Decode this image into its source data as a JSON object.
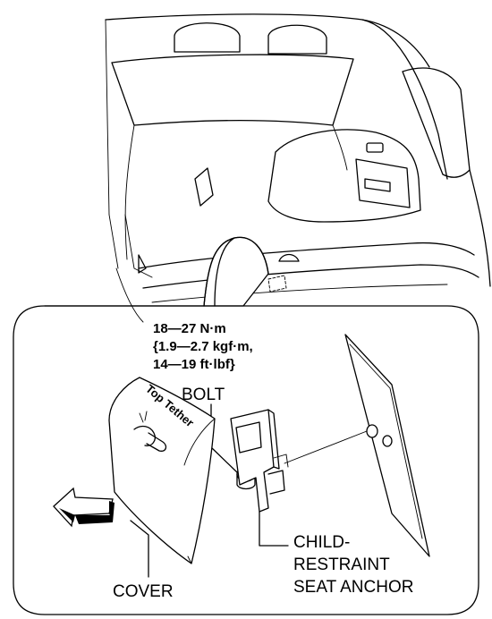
{
  "torque": {
    "line1": "18—27 N·m",
    "line2": "{1.9—2.7 kgf·m,",
    "line3": "14—19 ft·lbf}"
  },
  "labels": {
    "bolt": "BOLT",
    "cover": "COVER",
    "anchor_line1": "CHILD-",
    "anchor_line2": "RESTRAINT",
    "anchor_line3": "SEAT ANCHOR"
  },
  "cover_marking": "Top Tether",
  "icons": {
    "direction_arrow": "arrow-left-icon",
    "tether_symbol": "child-seat-tether-icon"
  }
}
